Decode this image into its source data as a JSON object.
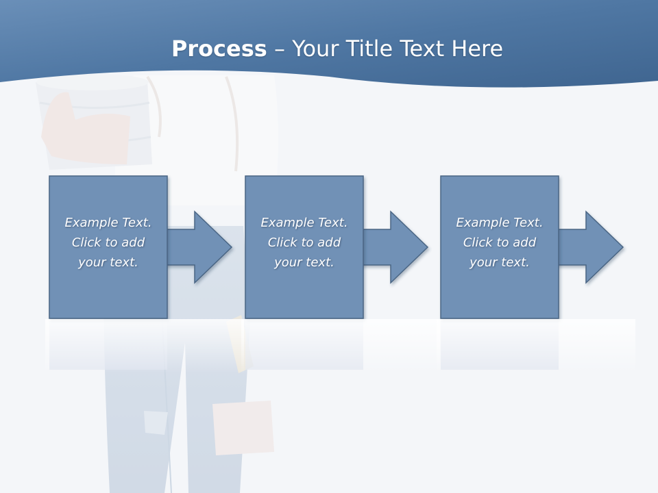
{
  "slide": {
    "title_bold": "Process",
    "title_rest": " – Your Title Text Here"
  },
  "steps": [
    {
      "line1": "Example Text.",
      "line2": "Click  to add",
      "line3": "your text."
    },
    {
      "line1": "Example Text.",
      "line2": "Click  to add",
      "line3": "your text."
    },
    {
      "line1": "Example Text.",
      "line2": "Click  to add",
      "line3": "your text."
    }
  ],
  "colors": {
    "header": "#4f77a3",
    "box_fill": "#7191b6",
    "box_stroke": "#4a6584",
    "text": "#ffffff"
  },
  "icons": {
    "step_arrow": "right-arrow-icon"
  }
}
